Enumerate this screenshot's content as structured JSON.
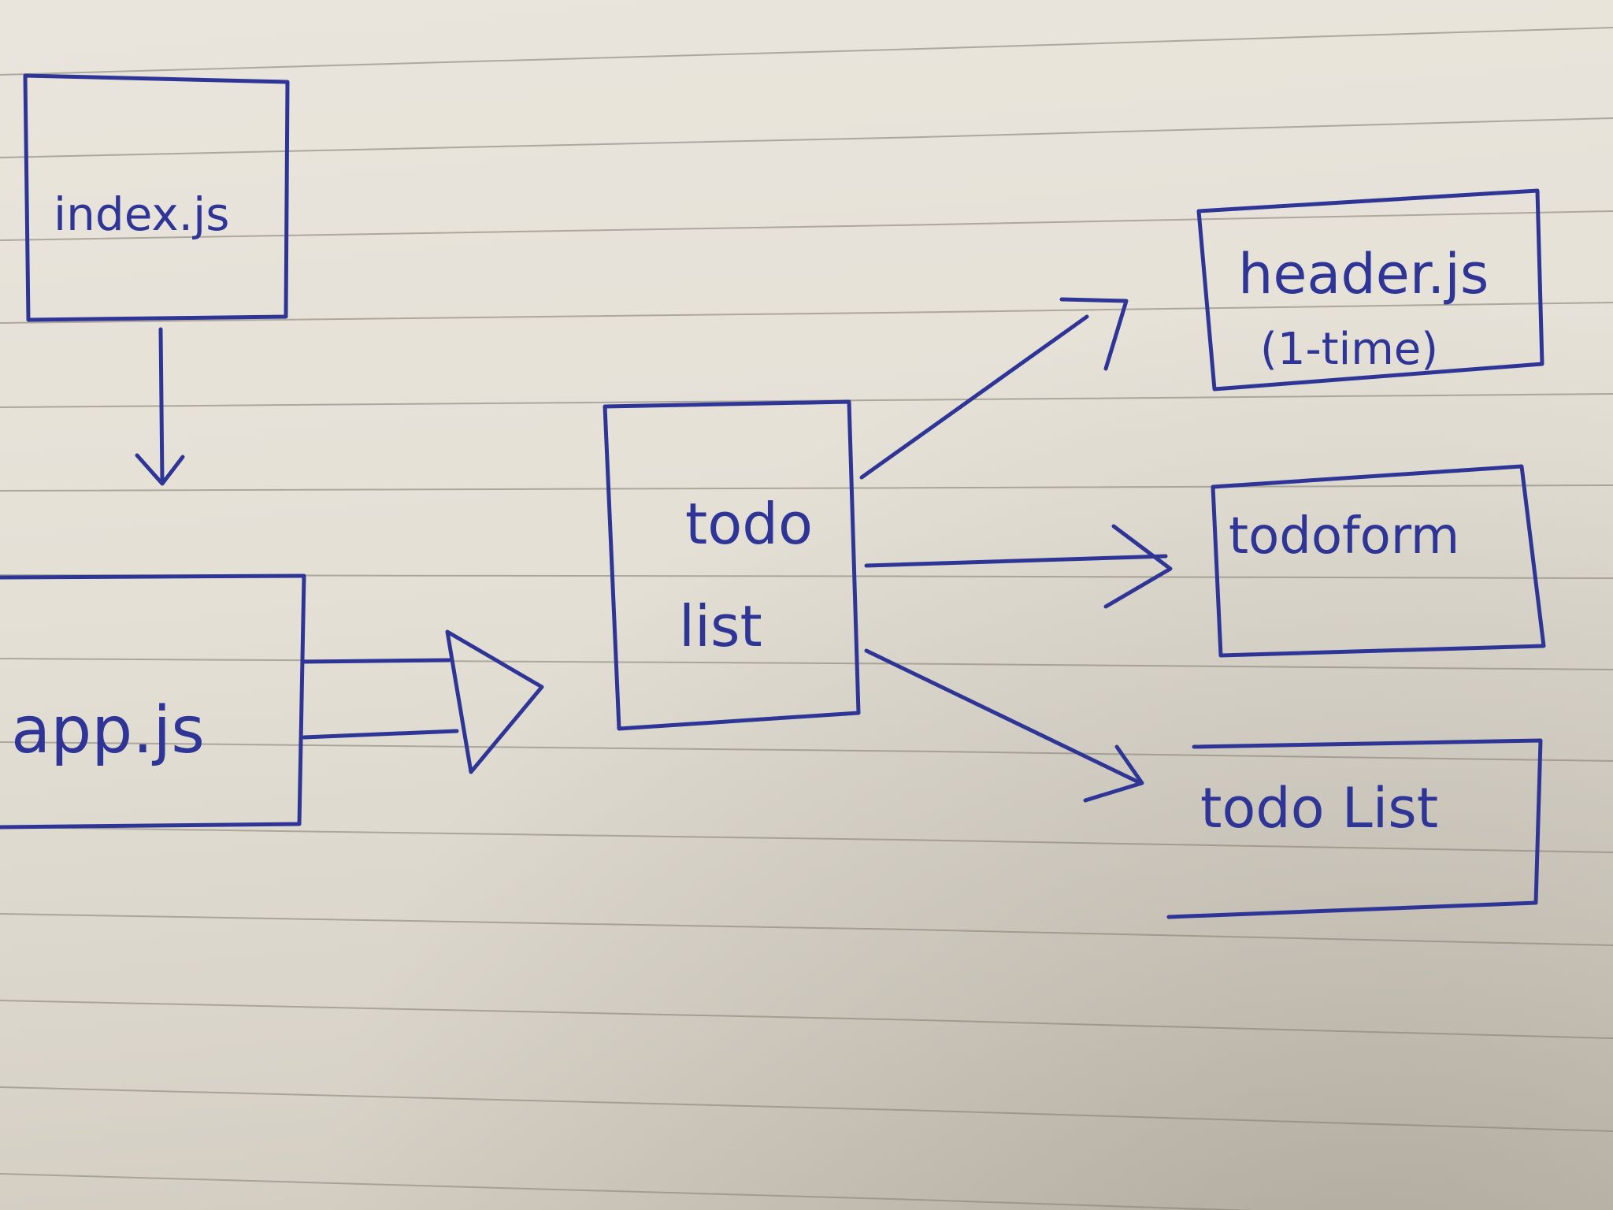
{
  "diagram": {
    "nodes": [
      {
        "id": "index",
        "label": "index.js",
        "sublabel": ""
      },
      {
        "id": "app",
        "label": "app.js",
        "sublabel": ""
      },
      {
        "id": "todolist_main",
        "label": "todo",
        "sublabel": "list"
      },
      {
        "id": "header",
        "label": "header.js",
        "sublabel": "(1-time)"
      },
      {
        "id": "todoform",
        "label": "todoform",
        "sublabel": ""
      },
      {
        "id": "todolist_child",
        "label": "todo List",
        "sublabel": ""
      }
    ],
    "edges": [
      {
        "from": "index",
        "to": "app",
        "style": "arrow"
      },
      {
        "from": "app",
        "to": "todolist_main",
        "style": "block-arrow"
      },
      {
        "from": "todolist_main",
        "to": "header",
        "style": "arrow"
      },
      {
        "from": "todolist_main",
        "to": "todoform",
        "style": "arrow"
      },
      {
        "from": "todolist_main",
        "to": "todolist_child",
        "style": "arrow"
      }
    ],
    "ink_color": "#2f3596",
    "paper_color": "#e6e2d9"
  }
}
